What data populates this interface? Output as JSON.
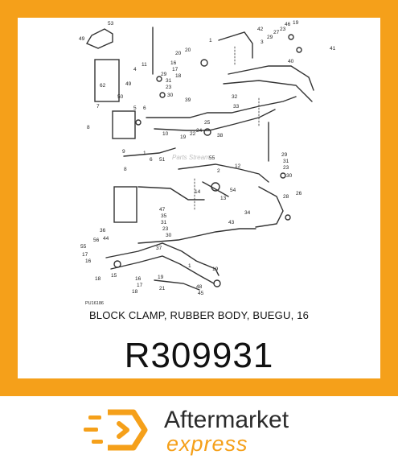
{
  "diagram": {
    "figure_code": "PU16186",
    "watermark": "Parts Stream",
    "callouts": [
      "53",
      "49",
      "42",
      "46",
      "19",
      "27",
      "23",
      "29",
      "3",
      "1",
      "40",
      "41",
      "4",
      "20",
      "11",
      "16",
      "17",
      "18",
      "62",
      "49",
      "29",
      "31",
      "23",
      "30",
      "50",
      "7",
      "6",
      "5",
      "39",
      "32",
      "33",
      "8",
      "10",
      "19",
      "22",
      "24",
      "25",
      "38",
      "9",
      "1",
      "6",
      "51",
      "29",
      "31",
      "23",
      "30",
      "55",
      "12",
      "8",
      "2",
      "14",
      "13",
      "54",
      "28",
      "26",
      "47",
      "35",
      "31",
      "23",
      "30",
      "37",
      "43",
      "34",
      "56",
      "44",
      "17",
      "16",
      "15",
      "1",
      "16",
      "17",
      "18",
      "19",
      "21",
      "48",
      "45",
      "55",
      "18",
      "19",
      "20",
      "36"
    ]
  },
  "product": {
    "description": "BLOCK CLAMP, RUBBER BODY, BUEGU, 16",
    "part_number": "R309931"
  },
  "brand": {
    "line1": "Aftermarket",
    "line2": "express",
    "accent_color": "#f5a01a",
    "text_color": "#2b2b2b"
  }
}
